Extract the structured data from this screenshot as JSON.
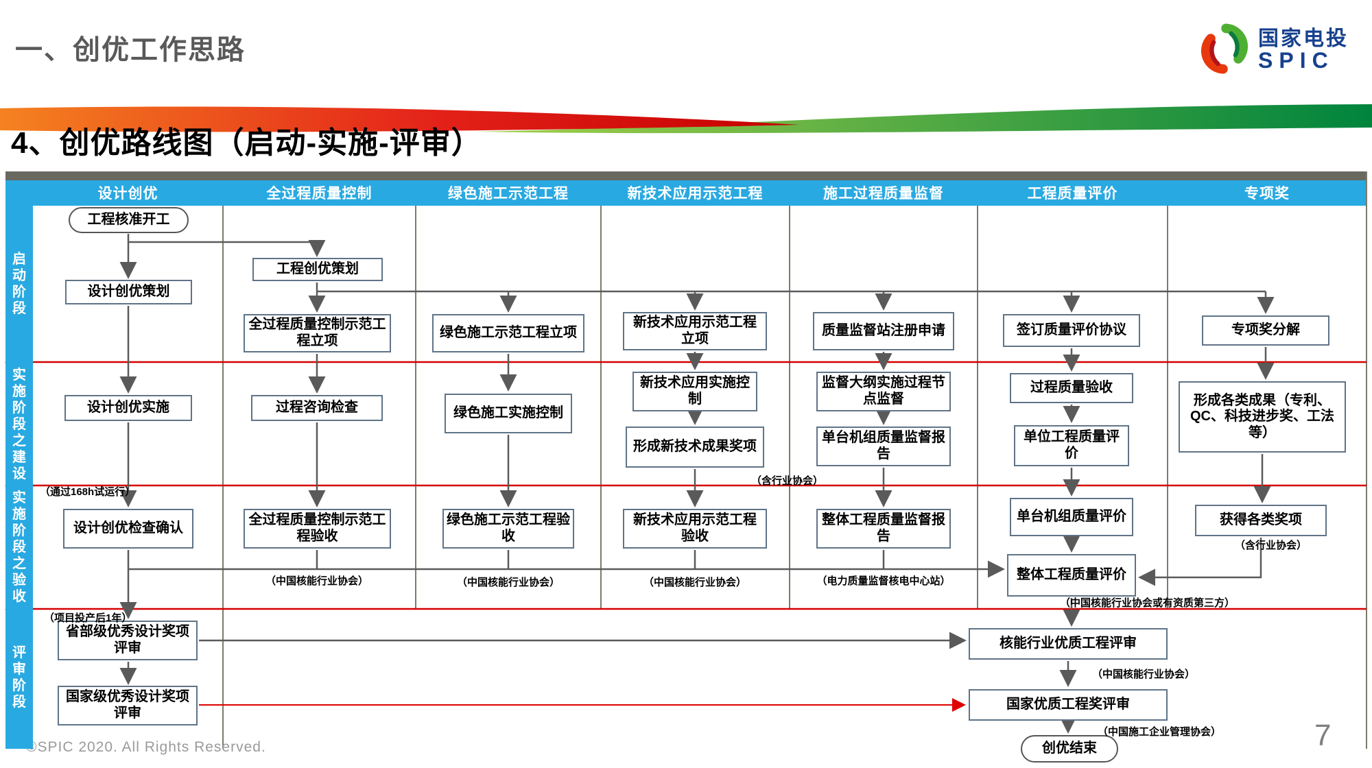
{
  "slide": {
    "kicker": "一、创优工作思路",
    "title": "4、创优路线图（启动-实施-评审）",
    "footer": "©SPIC 2020. All Rights Reserved.",
    "page_number": "7"
  },
  "logo": {
    "name_cn": "国家电投",
    "name_en": "SPIC"
  },
  "colors": {
    "header_blue": "#29a9e1",
    "phase_divider_red": "#d40000",
    "connector_gray": "#5a5a5a",
    "box_border": "#5f7387",
    "column_divider": "#7b7b6b",
    "brand_blue": "#17418e",
    "brand_red": "#e8380d",
    "brand_green": "#4faf32"
  },
  "columns": [
    {
      "label": "设计创优"
    },
    {
      "label": "全过程质量控制"
    },
    {
      "label": "绿色施工示范工程"
    },
    {
      "label": "新技术应用示范工程"
    },
    {
      "label": "施工过程质量监督"
    },
    {
      "label": "工程质量评价"
    },
    {
      "label": "专项奖"
    }
  ],
  "phases": [
    {
      "label": "启动阶段"
    },
    {
      "label": "实施阶段之建设"
    },
    {
      "label": "实施阶段之验收"
    },
    {
      "label": "评审阶段"
    }
  ],
  "nodes": [
    {
      "id": "start",
      "shape": "terminator",
      "label": "工程核准开工"
    },
    {
      "id": "design-plan",
      "shape": "process",
      "label": "设计创优策划"
    },
    {
      "id": "project-plan",
      "shape": "process",
      "label": "工程创优策划"
    },
    {
      "id": "wpqc-setup",
      "shape": "process",
      "label": "全过程质量控制示范工程立项"
    },
    {
      "id": "green-setup",
      "shape": "process",
      "label": "绿色施工示范工程立项"
    },
    {
      "id": "tech-setup",
      "shape": "process",
      "label": "新技术应用示范工程立项"
    },
    {
      "id": "qss-register",
      "shape": "process",
      "label": "质量监督站注册申请"
    },
    {
      "id": "sign-agreement",
      "shape": "process",
      "label": "签订质量评价协议"
    },
    {
      "id": "award-decompose",
      "shape": "process",
      "label": "专项奖分解"
    },
    {
      "id": "design-impl",
      "shape": "process",
      "label": "设计创优实施"
    },
    {
      "id": "process-consult",
      "shape": "process",
      "label": "过程咨询检查"
    },
    {
      "id": "green-control",
      "shape": "process",
      "label": "绿色施工实施控制"
    },
    {
      "id": "tech-control",
      "shape": "process",
      "label": "新技术应用实施控制"
    },
    {
      "id": "tech-results",
      "shape": "process",
      "label": "形成新技术成果奖项"
    },
    {
      "id": "outline-supervise",
      "shape": "process",
      "label": "监督大纲实施过程节点监督"
    },
    {
      "id": "unit-supervise-report",
      "shape": "process",
      "label": "单台机组质量监督报告"
    },
    {
      "id": "process-acceptance",
      "shape": "process",
      "label": "过程质量验收"
    },
    {
      "id": "unit-project-eval",
      "shape": "process",
      "label": "单位工程质量评价"
    },
    {
      "id": "results-various",
      "shape": "process",
      "label": "形成各类成果（专利、QC、科技进步奖、工法等）"
    },
    {
      "id": "design-check",
      "shape": "process",
      "label": "设计创优检查确认"
    },
    {
      "id": "wpqc-acceptance",
      "shape": "process",
      "label": "全过程质量控制示范工程验收"
    },
    {
      "id": "green-acceptance",
      "shape": "process",
      "label": "绿色施工示范工程验收"
    },
    {
      "id": "tech-acceptance",
      "shape": "process",
      "label": "新技术应用示范工程验收"
    },
    {
      "id": "overall-supervise-report",
      "shape": "process",
      "label": "整体工程质量监督报告"
    },
    {
      "id": "unit-quality-eval",
      "shape": "process",
      "label": "单台机组质量评价"
    },
    {
      "id": "awards-obtained",
      "shape": "process",
      "label": "获得各类奖项"
    },
    {
      "id": "overall-quality-eval",
      "shape": "process",
      "label": "整体工程质量评价"
    },
    {
      "id": "provincial-design-review",
      "shape": "process",
      "label": "省部级优秀设计奖项评审"
    },
    {
      "id": "national-design-review",
      "shape": "process",
      "label": "国家级优秀设计奖项评审"
    },
    {
      "id": "nuclear-industry-review",
      "shape": "process",
      "label": "核能行业优质工程评审"
    },
    {
      "id": "national-quality-award-review",
      "shape": "process",
      "label": "国家优质工程奖评审"
    },
    {
      "id": "end",
      "shape": "terminator",
      "label": "创优结束"
    }
  ],
  "notes": [
    {
      "text": "（通过168h试运行）"
    },
    {
      "text": "（项目投产后1年）"
    },
    {
      "text": "（含行业协会）"
    },
    {
      "text": "（中国核能行业协会）"
    },
    {
      "text": "（中国核能行业协会）"
    },
    {
      "text": "（中国核能行业协会）"
    },
    {
      "text": "（电力质量监督核电中心站）"
    },
    {
      "text": "（含行业协会）"
    },
    {
      "text": "（中国核能行业协会或有资质第三方）"
    },
    {
      "text": "（中国核能行业协会）"
    },
    {
      "text": "（中国施工企业管理协会）"
    }
  ]
}
